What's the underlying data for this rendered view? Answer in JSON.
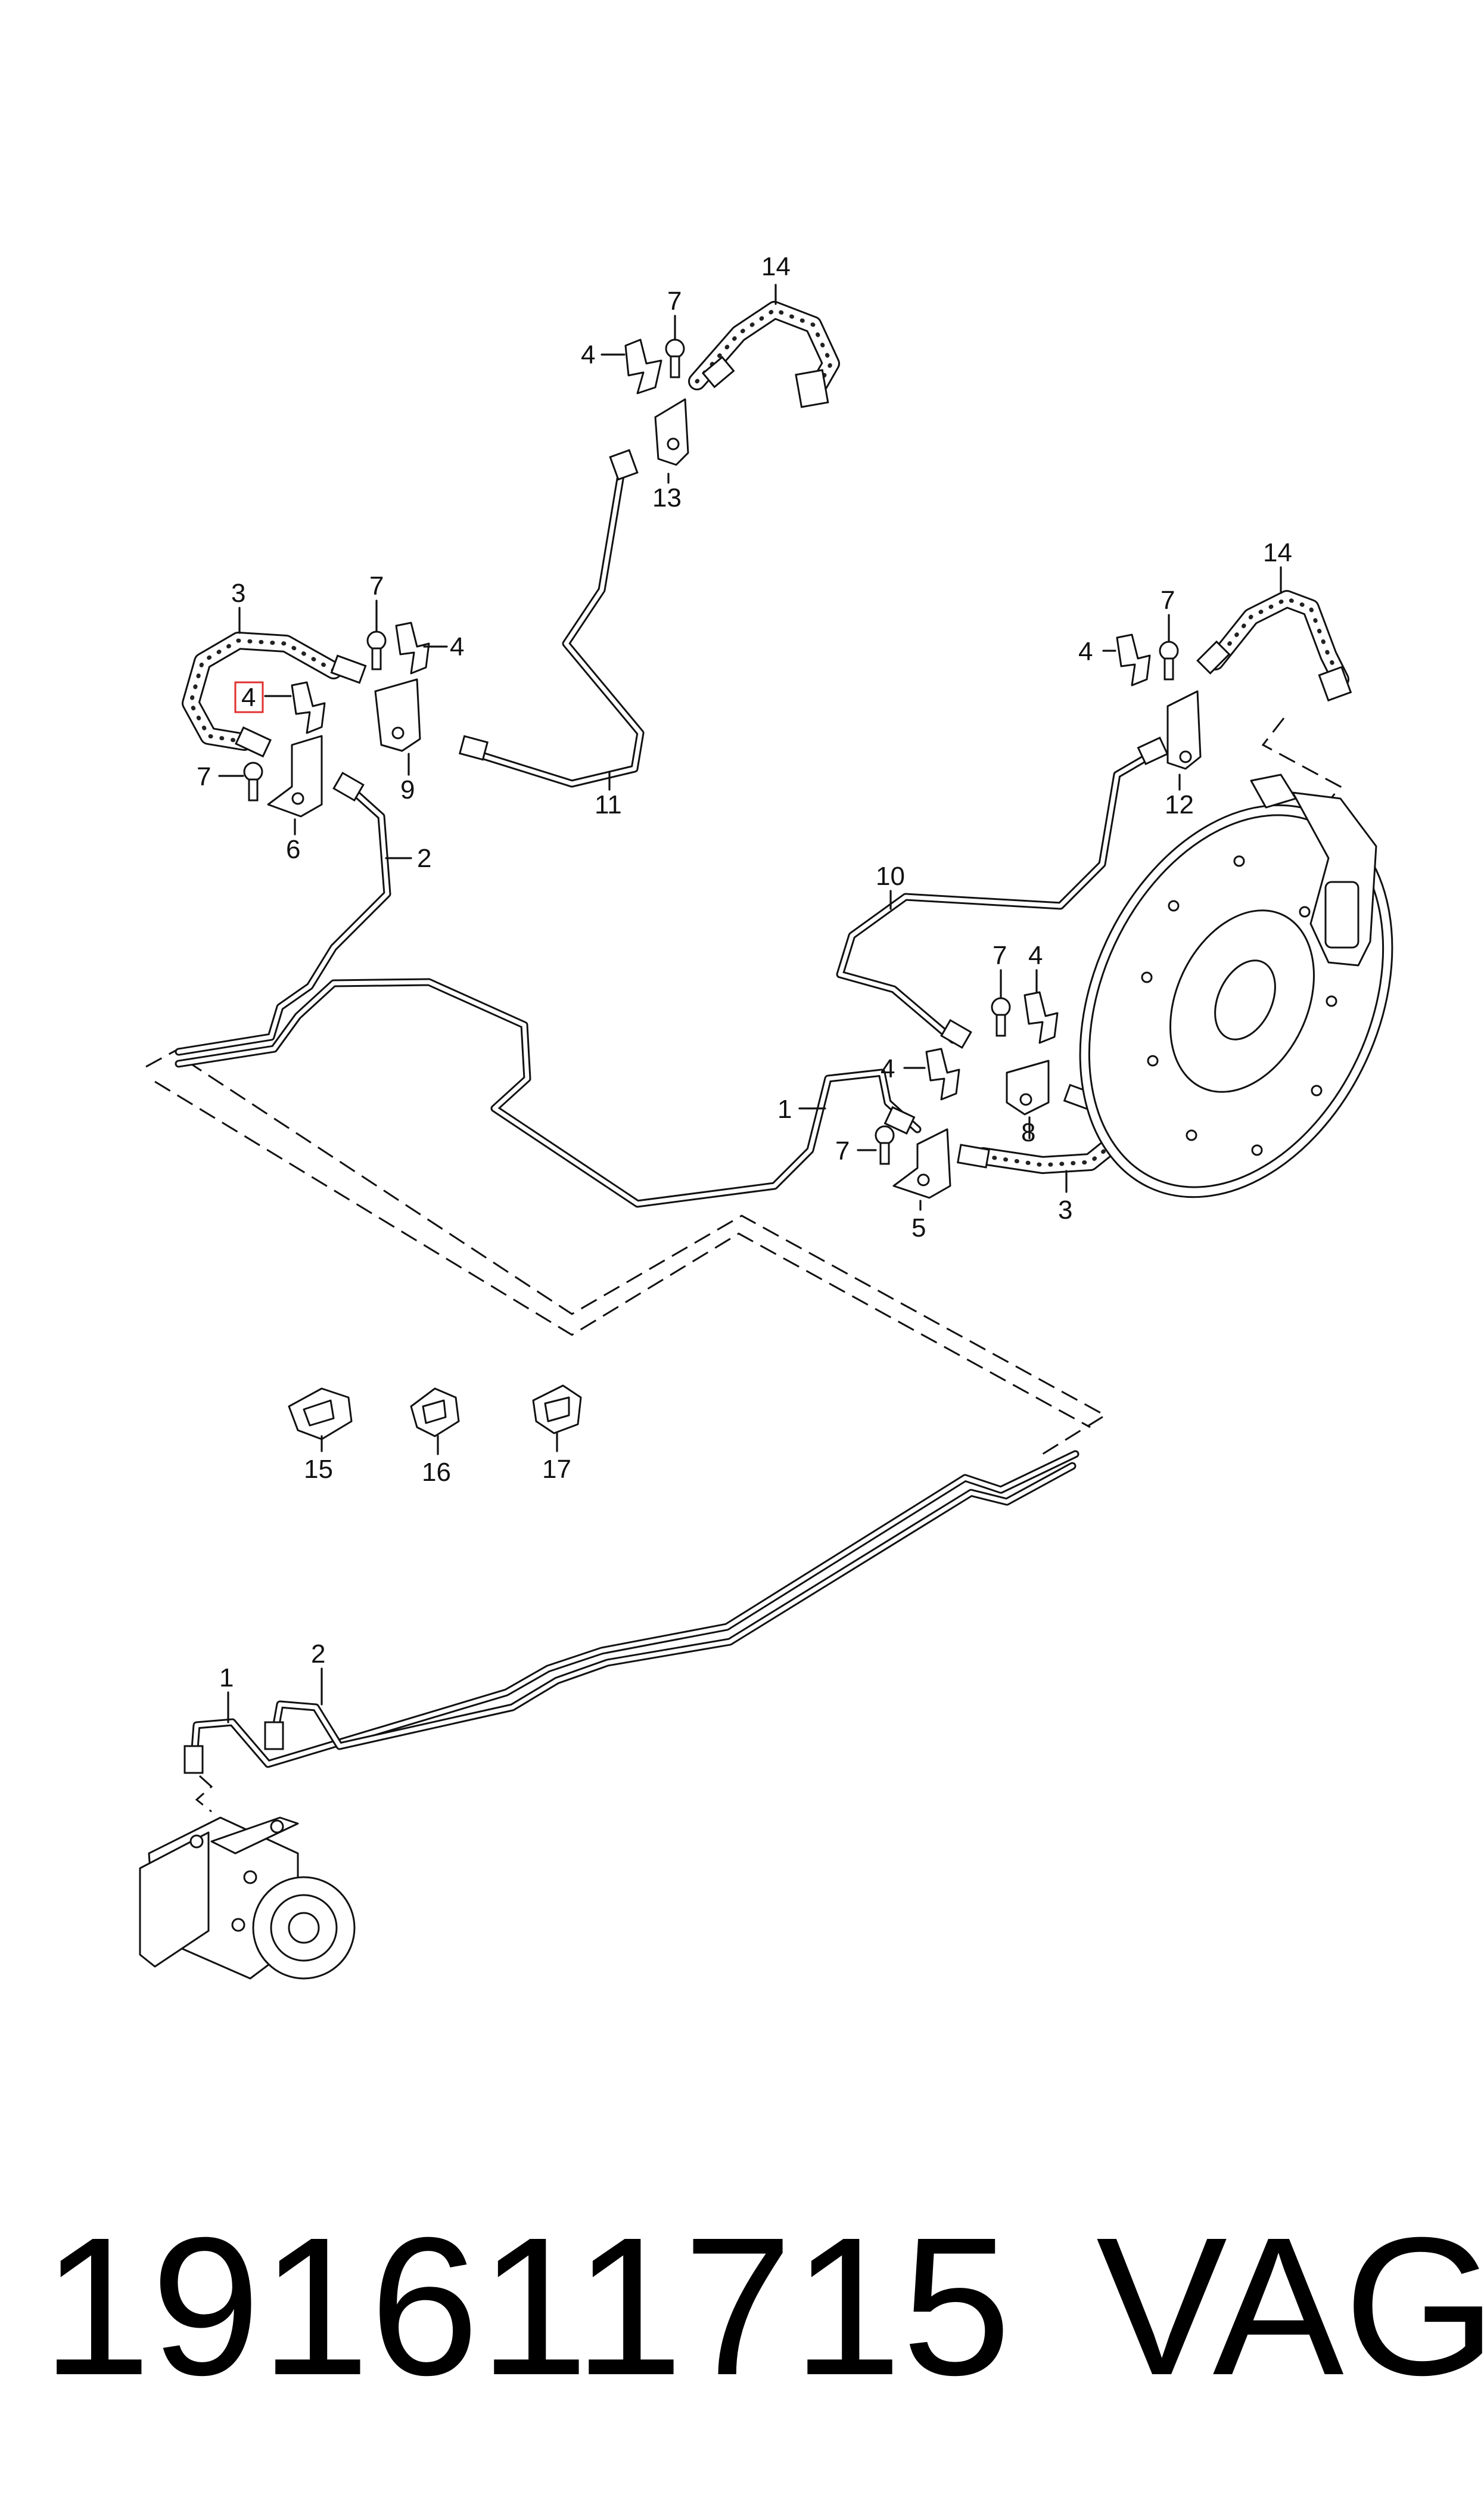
{
  "callouts": [
    {
      "id": "c14a",
      "label": "14"
    },
    {
      "id": "c7a",
      "label": "7"
    },
    {
      "id": "c4a",
      "label": "4"
    },
    {
      "id": "c13",
      "label": "13"
    },
    {
      "id": "c3a",
      "label": "3"
    },
    {
      "id": "c7b",
      "label": "7"
    },
    {
      "id": "c4b",
      "label": "4"
    },
    {
      "id": "c4c",
      "label": "4",
      "highlighted": true
    },
    {
      "id": "c9",
      "label": "9"
    },
    {
      "id": "c7c",
      "label": "7"
    },
    {
      "id": "c6",
      "label": "6"
    },
    {
      "id": "c11",
      "label": "11"
    },
    {
      "id": "c2a",
      "label": "2"
    },
    {
      "id": "c14b",
      "label": "14"
    },
    {
      "id": "c7d",
      "label": "7"
    },
    {
      "id": "c4d",
      "label": "4"
    },
    {
      "id": "c12",
      "label": "12"
    },
    {
      "id": "c10",
      "label": "10"
    },
    {
      "id": "c7e",
      "label": "7"
    },
    {
      "id": "c4e",
      "label": "4"
    },
    {
      "id": "c4f",
      "label": "4"
    },
    {
      "id": "c1a",
      "label": "1"
    },
    {
      "id": "c7f",
      "label": "7"
    },
    {
      "id": "c8",
      "label": "8"
    },
    {
      "id": "c5",
      "label": "5"
    },
    {
      "id": "c3b",
      "label": "3"
    },
    {
      "id": "c15",
      "label": "15"
    },
    {
      "id": "c16",
      "label": "16"
    },
    {
      "id": "c17",
      "label": "17"
    },
    {
      "id": "c1b",
      "label": "1"
    },
    {
      "id": "c2b",
      "label": "2"
    }
  ],
  "footer": {
    "part_number": "191611715",
    "brand": "VAG"
  },
  "colors": {
    "highlight": "#e03030",
    "ink": "#111111",
    "background": "#ffffff"
  }
}
